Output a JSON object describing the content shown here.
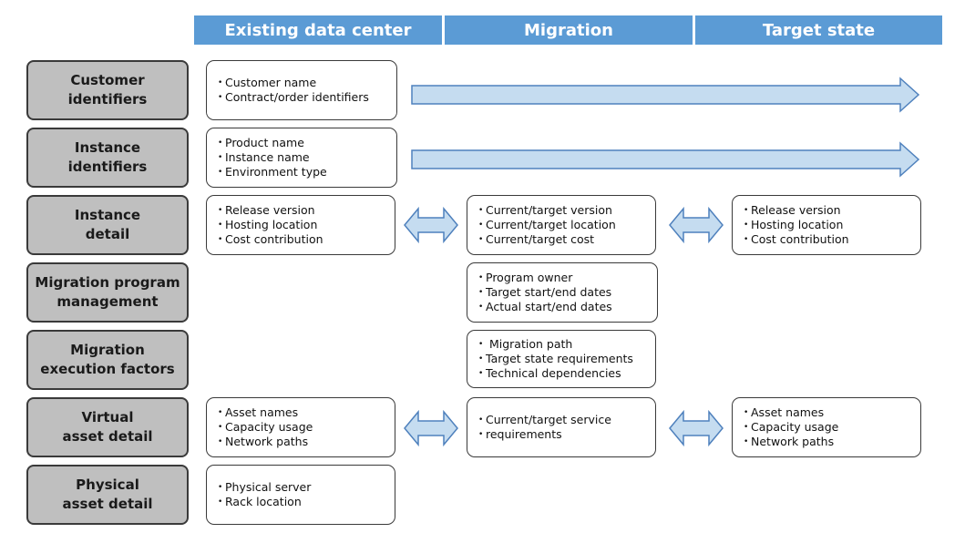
{
  "headers": [
    "Existing data center",
    "Migration",
    "Target state"
  ],
  "rows": [
    {
      "label": "Customer\nidentifiers"
    },
    {
      "label": "Instance\nidentifiers"
    },
    {
      "label": "Instance\ndetail"
    },
    {
      "label": "Migration program\nmanagement"
    },
    {
      "label": "Migration\nexecution factors"
    },
    {
      "label": "Virtual\nasset detail"
    },
    {
      "label": "Physical\nasset detail"
    }
  ],
  "boxes": {
    "customer_existing": [
      "Customer name",
      "Contract/order identifiers"
    ],
    "instance_ids_existing": [
      "Product name",
      "Instance name",
      "Environment type"
    ],
    "instance_detail_existing": [
      "Release version",
      "Hosting location",
      "Cost contribution"
    ],
    "instance_detail_migration": [
      "Current/target version",
      "Current/target location",
      "Current/target cost"
    ],
    "instance_detail_target": [
      "Release version",
      "Hosting location",
      "Cost contribution"
    ],
    "program_mgmt_migration": [
      "Program owner",
      "Target start/end dates",
      "Actual start/end dates"
    ],
    "execution_factors_migration": [
      " Migration path",
      "Target state requirements",
      "Technical dependencies"
    ],
    "virtual_existing": [
      "Asset names",
      "Capacity usage",
      "Network paths"
    ],
    "virtual_migration": [
      "Current/target service",
      "requirements"
    ],
    "virtual_target": [
      "Asset names",
      "Capacity usage",
      "Network paths"
    ],
    "physical_existing": [
      "Physical server",
      "Rack location"
    ]
  },
  "colors": {
    "header": "#5b9bd5",
    "arrow_fill": "#c5dcf0",
    "arrow_stroke": "#4f81bd",
    "label_fill": "#bfbfbf"
  }
}
